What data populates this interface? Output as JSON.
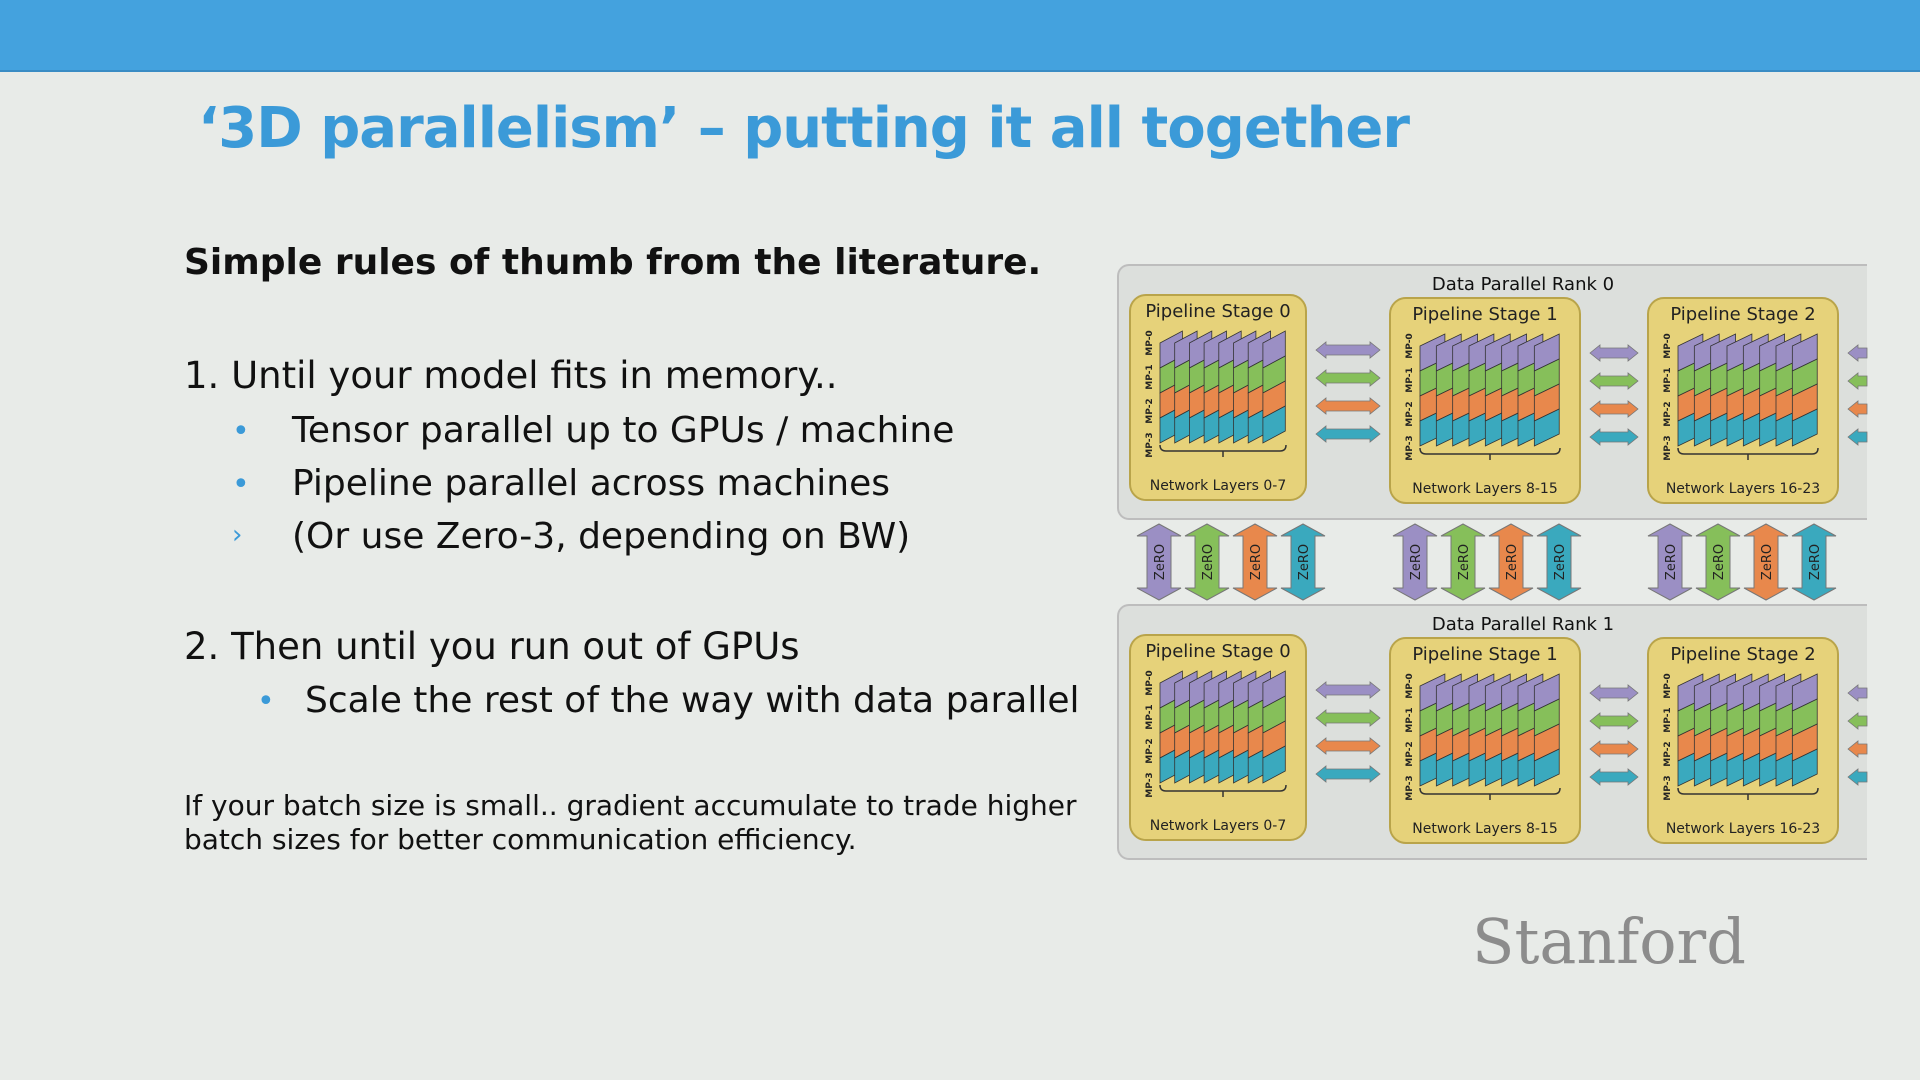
{
  "header": {
    "title": "‘3D parallelism’ – putting it all together"
  },
  "content": {
    "subtitle": "Simple rules of thumb from the literature.",
    "rule1": {
      "heading": "1. Until your model fits in memory..",
      "bullets": [
        "Tensor parallel up to GPUs / machine",
        "Pipeline parallel across machines",
        "(Or use Zero-3, depending on BW)"
      ],
      "markers": [
        "•",
        "•",
        "›"
      ]
    },
    "rule2": {
      "heading": "2. Then until you run out of GPUs",
      "bullets": [
        "Scale the rest of the way with data parallel"
      ],
      "markers": [
        "•"
      ]
    },
    "note": [
      "If your batch size is small.. gradient accumulate to trade higher",
      "batch sizes for better communication efficiency."
    ]
  },
  "diagram": {
    "ranks": [
      "Data Parallel Rank 0",
      "Data Parallel Rank 1"
    ],
    "stages": [
      {
        "title": "Pipeline Stage 0",
        "layers": "Network Layers 0-7"
      },
      {
        "title": "Pipeline Stage 1",
        "layers": "Network Layers 8-15"
      },
      {
        "title": "Pipeline Stage 2",
        "layers": "Network Layers 16-23"
      }
    ],
    "mp_labels": [
      "MP-3",
      "MP-2",
      "MP-1",
      "MP-0"
    ],
    "zero_label": "ZeRO",
    "colors": {
      "mp0": "#9b8fc4",
      "mp1": "#86bf5a",
      "mp2": "#e8884c",
      "mp3": "#3aa9be",
      "stage": "#e6d27a"
    }
  },
  "logo": "Stanford"
}
